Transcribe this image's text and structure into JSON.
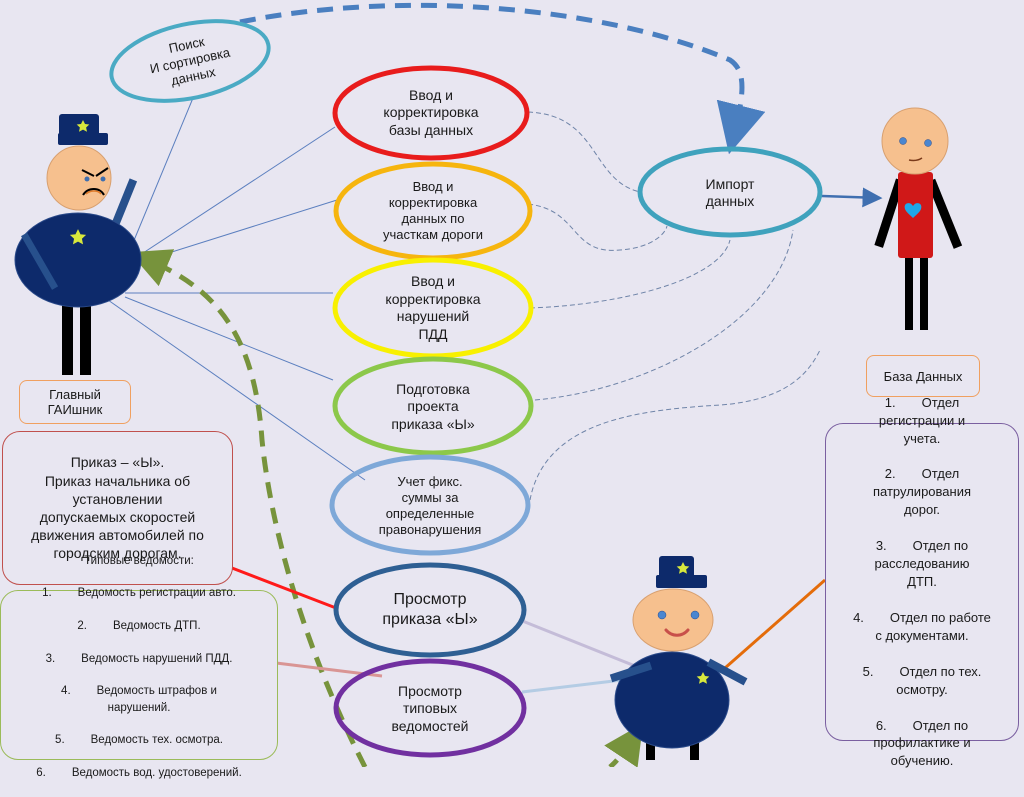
{
  "diagram": {
    "title": "",
    "actors": {
      "chief": {
        "label": "Главный\nГАИшник",
        "label_border_color": "#f0a060"
      },
      "database": {
        "label": "База Данных",
        "label_border_color": "#f0a060"
      },
      "officer": {
        "label": ""
      }
    },
    "use_cases": [
      {
        "id": "search",
        "label": "Поиск\nИ сортировка\nданных",
        "color": "#4aaac4"
      },
      {
        "id": "db_edit",
        "label": "Ввод и\nкорректировка\nбазы данных",
        "color": "#e81c1c"
      },
      {
        "id": "road_edit",
        "label": "Ввод и\nкорректировка\nданных по\nучасткам дороги",
        "color": "#f6b50e"
      },
      {
        "id": "violations_edit",
        "label": "Ввод и\nкорректировка\nнарушений\nПДД",
        "color": "#f8f000"
      },
      {
        "id": "order_prep",
        "label": "Подготовка\nпроекта\nприказа «Ы»",
        "color": "#8cc84a"
      },
      {
        "id": "fines",
        "label": "Учет фикс.\nсуммы за\nопределенные\nправонарушения",
        "color": "#7ea8d8"
      },
      {
        "id": "import",
        "label": "Импорт\nданных",
        "color": "#3fa2bd"
      },
      {
        "id": "order_view",
        "label": "Просмотр\nприказа «Ы»",
        "color": "#2e5f93"
      },
      {
        "id": "reports_view",
        "label": "Просмотр\nтиповых\nведомостей",
        "color": "#7130a0"
      }
    ],
    "notes": {
      "order": {
        "text": "Приказ – «Ы».\nПриказ начальника об\nустановлении\nдопускаемых скоростей\nдвижения автомобилей по\nгородским дорогам.",
        "border_color": "#c0504d"
      },
      "reports": {
        "title": "Типовые ведомости:",
        "items": [
          {
            "n": "1.",
            "text": "Ведомость регистрации авто."
          },
          {
            "n": "2.",
            "text": "Ведомость ДТП."
          },
          {
            "n": "3.",
            "text": "Ведомость нарушений ПДД."
          },
          {
            "n": "4.",
            "text": "Ведомость штрафов и\nнарушений."
          },
          {
            "n": "5.",
            "text": "Ведомость тех. осмотра."
          },
          {
            "n": "6.",
            "text": "Ведомость вод. удостоверений."
          }
        ],
        "border_color": "#9bbb59"
      },
      "departments": {
        "items": [
          {
            "n": "1.",
            "text": "Отдел\nрегистрации и\nучета."
          },
          {
            "n": "2.",
            "text": "Отдел\nпатрулирования\nдорог."
          },
          {
            "n": "3.",
            "text": "Отдел по\nрасследованию\nДТП."
          },
          {
            "n": "4.",
            "text": "Отдел по работе\nс документами."
          },
          {
            "n": "5.",
            "text": "Отдел по тех.\nосмотру."
          },
          {
            "n": "6.",
            "text": "Отдел по\nпрофилактике и\nобучению."
          }
        ],
        "border_color": "#7a5fa0"
      }
    },
    "colors": {
      "background": "#e8e6f1",
      "uniform": "#0d2a6b",
      "skin": "#f6c08e",
      "association_line": "#5b7fbf",
      "dashed_blue": "#4a7fc0",
      "dashed_green": "#77933c",
      "db_body": "#d01818",
      "heart": "#1fa8e8"
    }
  }
}
